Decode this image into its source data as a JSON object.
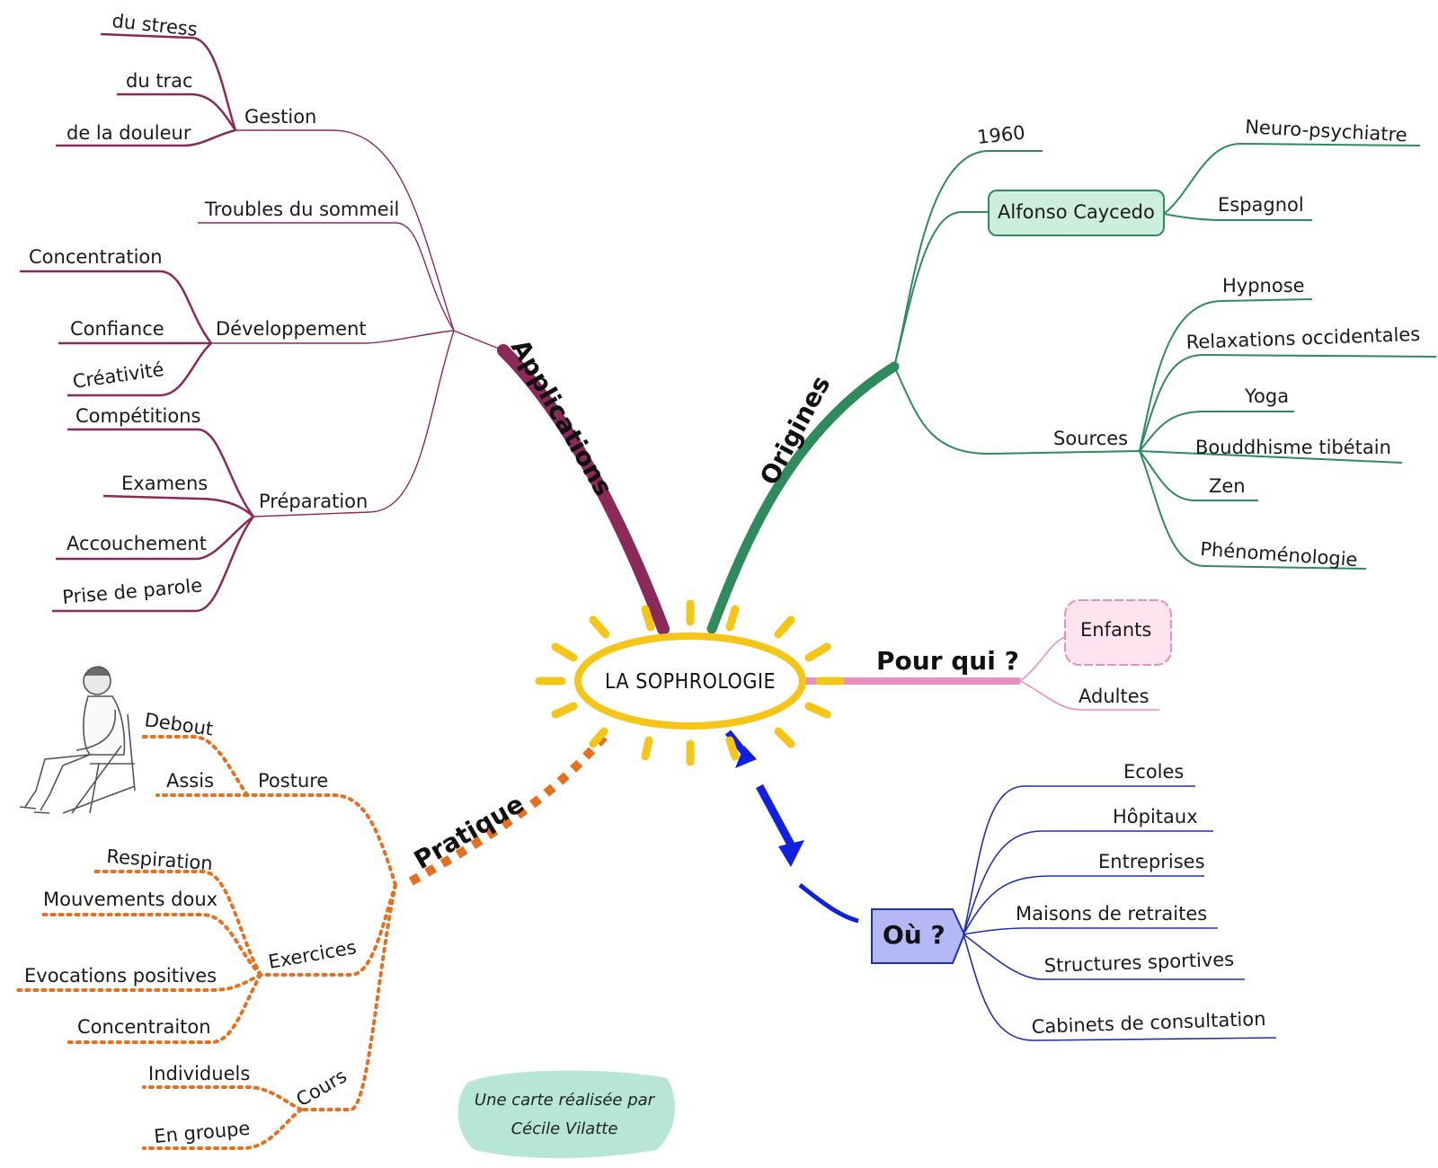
{
  "center": {
    "label": "LA SOPHROLOGIE"
  },
  "colors": {
    "applications": "#8a2a5a",
    "origines": "#2f8a5c",
    "pour_qui": "#e98fc0",
    "ou": "#1f2fb0",
    "pratique": "#e5701f",
    "sun": "#f5c518",
    "ou_box": "#b4b8f5",
    "enfants_box": "#fde4ee",
    "alfonso_box": "#cdeedd",
    "credit_bg": "#9fdcc8"
  },
  "applications": {
    "label": "Applications",
    "gestion": {
      "label": "Gestion",
      "items": [
        "du stress",
        "du trac",
        "de la douleur"
      ]
    },
    "troubles": "Troubles du sommeil",
    "developpement": {
      "label": "Développement",
      "items": [
        "Concentration",
        "Confiance",
        "Créativité"
      ]
    },
    "preparation": {
      "label": "Préparation",
      "items": [
        "Compétitions",
        "Examens",
        "Accouchement",
        "Prise de parole"
      ]
    }
  },
  "origines": {
    "label": "Origines",
    "year": "1960",
    "alfonso": {
      "label": "Alfonso Caycedo",
      "items": [
        "Neuro-psychiatre",
        "Espagnol"
      ]
    },
    "sources": {
      "label": "Sources",
      "items": [
        "Hypnose",
        "Relaxations occidentales",
        "Yoga",
        "Bouddhisme tibétain",
        "Zen",
        "Phénoménologie"
      ]
    }
  },
  "pour_qui": {
    "label": "Pour qui ?",
    "items": [
      "Enfants",
      "Adultes"
    ]
  },
  "ou": {
    "label": "Où ?",
    "items": [
      "Ecoles",
      "Hôpitaux",
      "Entreprises",
      "Maisons de retraites",
      "Structures sportives",
      "Cabinets de consultation"
    ]
  },
  "pratique": {
    "label": "Pratique",
    "posture": {
      "label": "Posture",
      "items": [
        "Debout",
        "Assis"
      ]
    },
    "exercices": {
      "label": "Exercices",
      "items": [
        "Respiration",
        "Mouvements doux",
        "Evocations positives",
        "Concentraiton"
      ]
    },
    "cours": {
      "label": "Cours",
      "items": [
        "Individuels",
        "En groupe"
      ]
    }
  },
  "credit": {
    "line1": "Une carte réalisée par",
    "line2": "Cécile Vilatte"
  }
}
